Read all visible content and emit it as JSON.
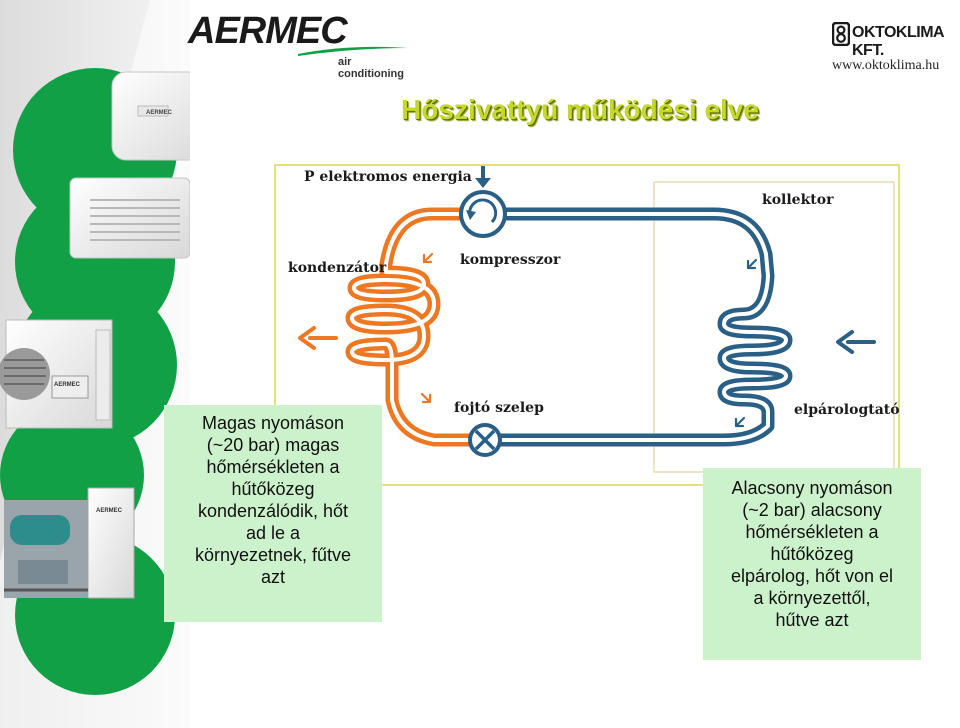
{
  "header": {
    "brand_left": "AERMEC",
    "brand_left_tagline": "air conditioning",
    "brand_right": "OKTOKLIMA KFT.",
    "brand_right_url": "www.oktoklima.hu"
  },
  "title": "Hőszivattyú működési elve",
  "diagram": {
    "labels": {
      "energy": "P elektromos energia",
      "condenser": "kondenzátor",
      "compressor": "kompresszor",
      "collector": "kollektor",
      "throttle": "fojtó szelep",
      "evaporator": "elpárologtató"
    },
    "colors": {
      "hot_side": "#ee7722",
      "cold_side": "#2a5f86",
      "frame": "#e6e078"
    }
  },
  "callouts": {
    "high_pressure": [
      "Magas nyomáson",
      "(~20 bar) magas",
      "hőmérsékleten a",
      "hűtőközeg",
      "kondenzálódik, hőt",
      "ad le a",
      "környezetnek, fűtve",
      "azt"
    ],
    "low_pressure": [
      "Alacsony nyomáson",
      "(~2 bar) alacsony",
      "hőmérsékleten a",
      "hűtőközeg",
      "elpárolog, hőt von el",
      "a környezettől,",
      "hűtve azt"
    ]
  }
}
